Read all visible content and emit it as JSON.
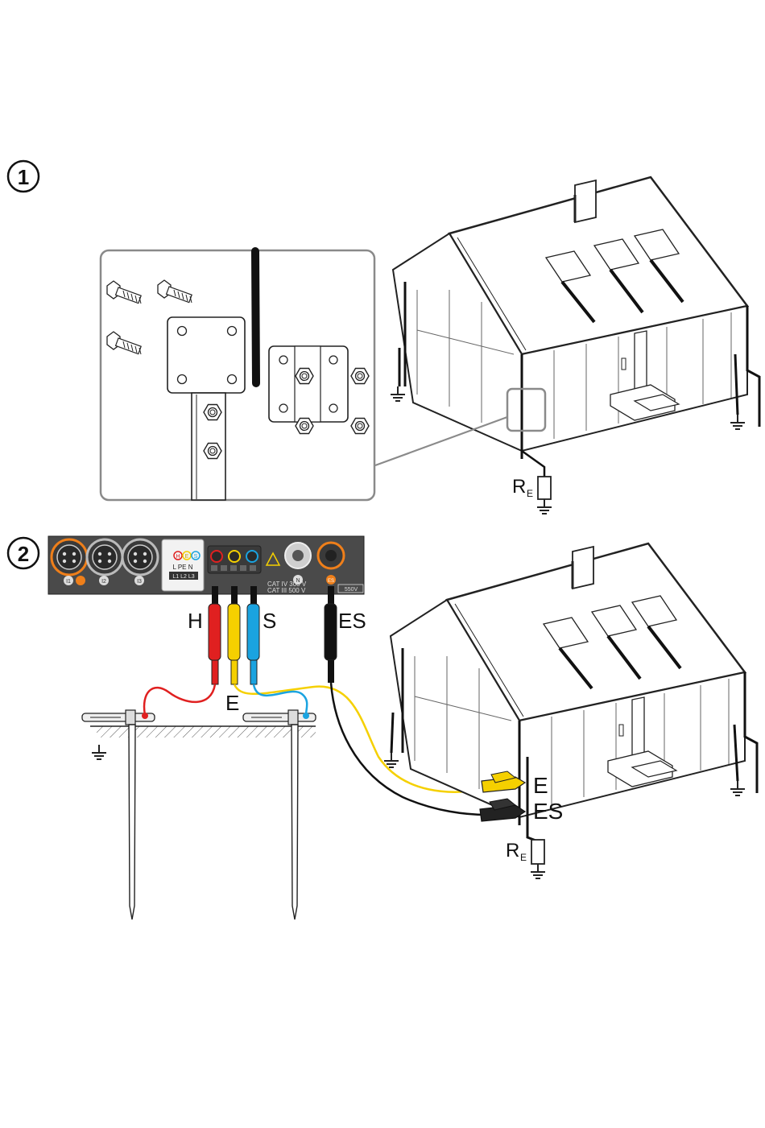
{
  "steps": {
    "one": "1",
    "two": "2"
  },
  "labels": {
    "re_main": "R",
    "re_sub": "E",
    "h": "H",
    "s": "S",
    "e_meter": "E",
    "es_meter": "ES",
    "clamp_e": "E",
    "clamp_es": "ES",
    "re2_main": "R",
    "re2_sub": "E"
  },
  "meter": {
    "socket_labels": [
      "I1",
      "I2",
      "I3"
    ],
    "terminal_letters": [
      "H",
      "E",
      "S"
    ],
    "mode_rows": [
      "L  PE  N",
      "L1 L2 L3"
    ],
    "rating_line1": "CAT IV 300 V",
    "rating_line2": "CAT III 500 V",
    "n_label": "N",
    "es_label": "ES",
    "voltage_tag": "550V"
  },
  "colors": {
    "red": "#e02020",
    "yellow": "#f5d000",
    "blue": "#1aa3e0",
    "black": "#111111",
    "orange": "#ef7f1a",
    "panel": "#4a4a4a",
    "callout": "#8a8a8a"
  }
}
